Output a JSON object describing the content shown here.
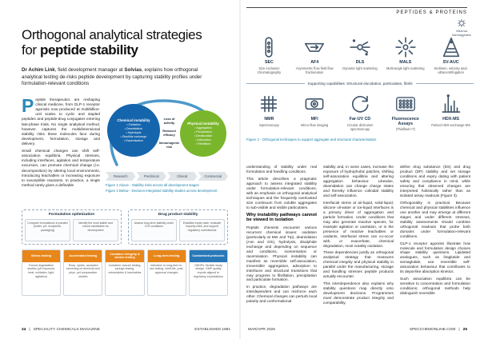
{
  "header": {
    "section": "PEPTIDES & PROTEINS"
  },
  "left": {
    "title_line1": "Orthogonal analytical strategies",
    "title_line2_prefix": "for ",
    "title_line2_bold": "peptide stability",
    "byline_bold1": "Dr Achim Link",
    "byline_mid": ", field development manager at ",
    "byline_bold2": "Solvias",
    "byline_rest": ", explains how orthogonal analytical testing de-risks peptide development by capturing stability profiles under formulation-relevant conditions",
    "body_para1": "Peptide therapeutics are reshaping clinical medicine, from GLP-1 receptor agonists now produced at multibillion-unit scales to cyclic and stapled peptides and peptide-drug conjugates entering late-phase trials. No single analytical method, however, captures the multidimensional stability risks these molecules face during development, formulation, storage and delivery.",
    "body_para2": "Small chemical changes can shift self-association equilibria. Physical stresses, including interfaces, agitation and temperature excursion, can promote chemical change (i.e. decomposition) by altering local environments, introducing leachables or increasing exposure to susceptible reactants. In practice, a single method rarely gives a definable",
    "figure1": {
      "chemical_title": "Chemical instability",
      "chemical_items": [
        "Oxidation",
        "Deamidation",
        "Hydrolysis",
        "Disulfide exchange",
        "Racemisation"
      ],
      "middle_items": [
        "Loss of activity",
        "Reduced efficacy",
        "Immunogenic risk"
      ],
      "physical_title": "Physical instability",
      "physical_items": [
        "Aggregation",
        "Precipitation",
        "Denaturation",
        "Adsorption",
        "Fibrillation"
      ],
      "timeline": [
        "Research",
        "Preclinical",
        "Clinical",
        "Commercial"
      ],
      "caption1": "Figure 1 Above - Stability risks across all development stages",
      "caption2": "Figure 2 Below - Decision-integrated stability studies across development"
    },
    "figure2": {
      "group1_title": "Formulation optimization",
      "group1_items": [
        "Compare formulations in parallel (buffer, pH, excipients, packaging)",
        "Identify the most stable and robust candidates for development"
      ],
      "group2_title": "Drug product stability",
      "group2_items": [
        "Assess long-term stability under ICH conditions",
        "Establish expiry date, evaluate impurity risks, and support regulatory submissions"
      ],
      "boxes": [
        {
          "title": "Stress testing",
          "desc": "Forced degradation studies (pH exposure, heat, oxidation, light, agitation)"
        },
        {
          "title": "Accelerated testing",
          "desc": "Temp. cycles, accepted screening of chemical and phys. yet comparative studies"
        },
        {
          "title": "Container integrity & device testing",
          "desc": "Container closure testing, syringe testing, extractables & leachables"
        },
        {
          "title": "Long-term testing",
          "desc": "Intended- to long-term in-use testing, shelf-life, post-approval changes"
        },
        {
          "title": "Customised protocols",
          "desc": "ODDPs, flexible study design, GMP quality reports aligned to regulatory expectations"
        }
      ]
    },
    "footer": {
      "page": "24",
      "sep": "|",
      "mag": "SPECIALITY CHEMICALS MAGAZINE",
      "est": "ESTABLISHED 1981"
    }
  },
  "right": {
    "callout": "Influenza haemagglutinin",
    "techniques_row1": [
      {
        "abbr": "SEC",
        "desc": "Size exclusion chromatography",
        "icon": "chromatography-column-icon"
      },
      {
        "abbr": "AF4",
        "desc": "Asymmetric flow field flow fractionation",
        "icon": "flow-channel-icon"
      },
      {
        "abbr": "DLS",
        "desc": "Dynamic light scattering",
        "icon": "light-scattering-icon"
      },
      {
        "abbr": "MALS",
        "desc": "Multi-angle light scattering",
        "icon": "multi-angle-scattering-icon"
      },
      {
        "abbr": "SV-AUC",
        "desc": "Sedimen. velocity anal. ultracentrifugation",
        "icon": "centrifuge-sedimentation-icon"
      }
    ],
    "supporting": "Supporting capabilities: Structural elucidation, particulates, fibrils",
    "techniques_row2": [
      {
        "abbr": "NMR",
        "desc": "Spectroscopy",
        "icon": "nmr-grid-icon"
      },
      {
        "abbr": "MFI",
        "desc": "Micro-flow imaging",
        "icon": "flow-imaging-camera-icon"
      },
      {
        "abbr": "Far-UV CD",
        "desc": "Circular dichroism spectroscopy",
        "icon": "circular-dichroism-icon"
      },
      {
        "abbr": "Fluorescence Assays",
        "desc": "(Thioflavin-T)",
        "icon": "microplate-icon"
      },
      {
        "abbr": "HDX-MS",
        "desc": "Pulsed HDX-exchange MS",
        "icon": "mass-spectrum-icon"
      }
    ],
    "figure3_caption": "Figure 3 - Orthogonal techniques to support aggregate and structural characterisation",
    "col1_para1": "understanding of stability under real formulation and handling conditions.",
    "col1_para2": "This article describes a pragmatic approach to assess integrated stability under formulation-relevant conditions, with an emphasis on orthogonal analytical techniques and the frequently overlooked size continuum from soluble aggregates to sub-visible and visible particulates.",
    "col1_heading": "Why instability pathways cannot be viewed in isolation",
    "col1_para3": "Peptide chemists encounter various recurrent chemical issues: oxidation (particularly at Met and Trp), deamidation (Asn and Gln), hydrolysis, disulphide exchange and depending on sequence and conditions, isomerisation or racemisation. Physical instability can manifest as reversible self-association, irreversible aggregation, adsorption to interfaces and structural transitions that may progress to fibrillation, precipitation and particulate formation.",
    "col1_para4": "In practice, degradation pathways are interdependent and can reinforce each other. Chemical changes can perturb local polarity and conformational",
    "col2_para1": "stability and, in some cases, increase the exposure of hydrophobic patches, shifting self-association equilibria and altering aggregation behaviour. Likewise, deamidation can change charge states and thereby influence colloidal stability and self-association.",
    "col2_para2": "Interfacial stress at air-liquid, solid-liquid, silicone oil-water or ice-liquid interfaces is a primary driver of aggregation and particle formation. Under conditions that may also generate reactive species, for example agitation or cavitation, or in the presence of reactive leachables or oxidants, interfacial stress can co-occur with, or exacerbate, chemical degradation, most notably oxidation.",
    "col2_para3": "These dependencies justify an orthogonal analytical strategy that measures chemical integrity and physical stability in parallel under the manufacturing, storage and handling stresses peptide products actually encounter.",
    "col2_para4": "This interdependence also explains why stability questions map directly onto development decisions. Programmes must demonstrate product integrity and comparability,",
    "col3_para1": "define drug substance (DS) and drug product (DP) stability and set storage conditions and expiry dating with patient safety and compliance in mind, while ensuring that observed changes are interpreted holistically rather than as isolated assay readouts (Figure 3).",
    "col3_para2": "Orthogonality is practical. Because chemical and physical stabilities influence one another and may emerge at different stages and under different stresses, stability assessments should combine orthogonal readouts that probe both domains under formulation-relevant conditions.",
    "col3_para3": "GLP-1 receptor agonists illustrate how molecule and formulation design choices shape stability questions. Lipidated analogues, such as liraglutide and semaglutide, use reversible self-association behaviour that contributes to its depot-like absorption kinetics.",
    "col3_para4": "Such association equilibria can be sensitive to concentration and formulation conditions; orthogonal methods help distinguish reversible",
    "footer": {
      "date": "MAR/APR 2026",
      "site": "SPECCHEMONLINE.COM",
      "sep": "|",
      "page": "25"
    }
  }
}
